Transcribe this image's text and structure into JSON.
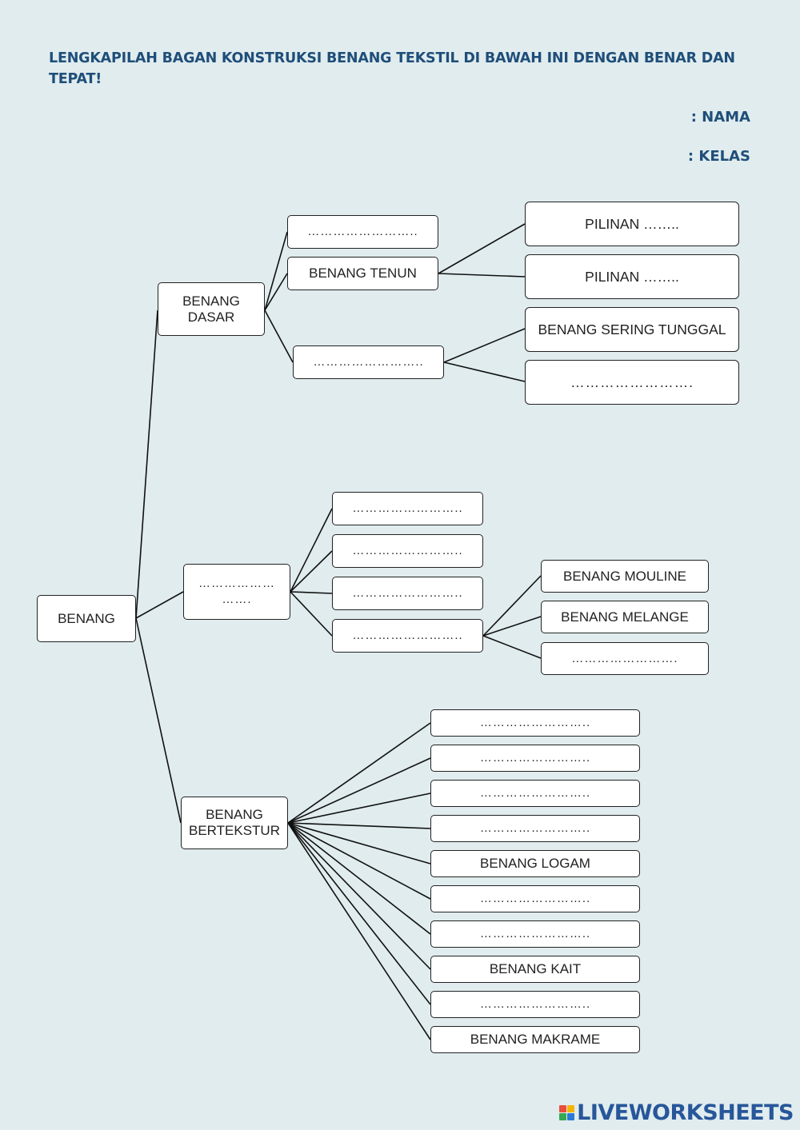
{
  "header": {
    "title": "LENGKAPILAH BAGAN KONSTRUKSI BENANG TEKSTIL DI BAWAH INI DENGAN BENAR DAN TEPAT!",
    "name_label": ":  NAMA",
    "class_label": ":  KELAS"
  },
  "tree": {
    "root": "BENANG",
    "dasar": {
      "label": "BENANG\nDASAR",
      "top_blank": "……………………..",
      "tenun": "BENANG TENUN",
      "pilinan_1": "PILINAN ……..",
      "pilinan_2": "PILINAN ……..",
      "lower_blank": "……………………..",
      "sering_tunggal": "BENANG SERING TUNGGAL",
      "lower_right_blank": "……………………."
    },
    "middle": {
      "label": "………………\n…….",
      "items": [
        "……………………..",
        "……………………..",
        "……………………..",
        "…………………….."
      ],
      "sub_items": [
        "BENANG MOULINE",
        "BENANG MELANGE",
        "……………………."
      ]
    },
    "bertekstur": {
      "label": "BENANG\nBERTEKSTUR",
      "items": [
        "……………………..",
        "……………………..",
        "……………………..",
        "……………………..",
        "BENANG LOGAM",
        "……………………..",
        "……………………..",
        "BENANG KAIT",
        "……………………..",
        "BENANG MAKRAME"
      ]
    }
  },
  "footer": {
    "logo_text": "LIVEWORKSHEETS",
    "logo_mark_colors": [
      "#e94e3c",
      "#f5b400",
      "#34a853",
      "#2b7bd6"
    ]
  }
}
